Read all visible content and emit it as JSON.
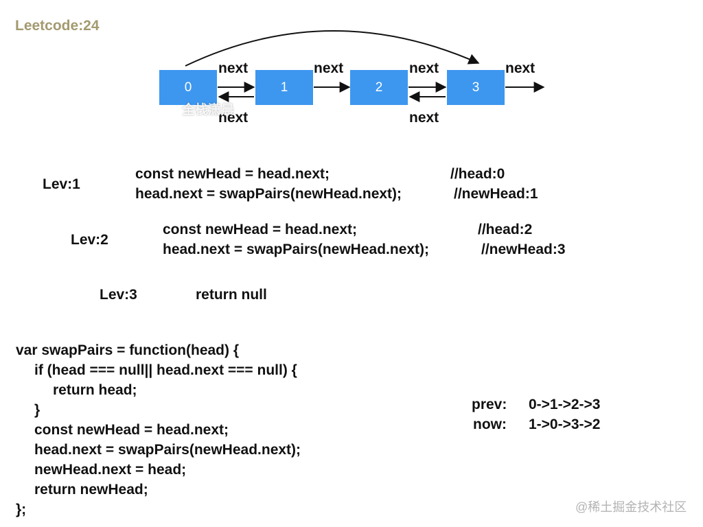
{
  "title": "Leetcode:24",
  "nodes": [
    "0",
    "1",
    "2",
    "3"
  ],
  "edge_label": "next",
  "levels": [
    {
      "label": "Lev:1",
      "code": [
        "const newHead = head.next;",
        "head.next = swapPairs(newHead.next);"
      ],
      "comments": [
        "//head:0",
        "//newHead:1"
      ]
    },
    {
      "label": "Lev:2",
      "code": [
        "const newHead = head.next;",
        "head.next = swapPairs(newHead.next);"
      ],
      "comments": [
        "//head:2",
        "//newHead:3"
      ]
    },
    {
      "label": "Lev:3",
      "code": [
        "return null"
      ],
      "comments": []
    }
  ],
  "function_code": [
    "var swapPairs = function(head) {",
    "if (head === null|| head.next === null) {",
    "return head;",
    "}",
    "const newHead = head.next;",
    "head.next = swapPairs(newHead.next);",
    "newHead.next = head;",
    "return newHead;",
    "};"
  ],
  "result": {
    "prev_label": "prev:",
    "prev_value": "0->1->2->3",
    "now_label": "now:",
    "now_value": "1->0->3->2"
  },
  "watermarks": {
    "image": "全栈潇晨",
    "site": "@稀土掘金技术社区"
  }
}
